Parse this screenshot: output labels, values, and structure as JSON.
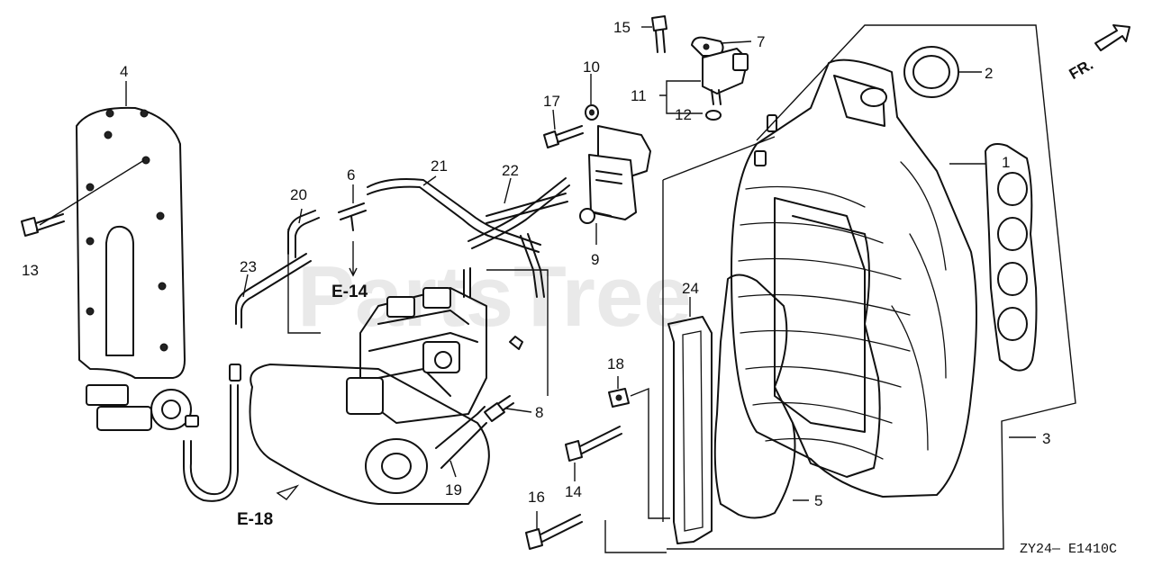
{
  "watermark": "PartsTree",
  "direction_label": "FR.",
  "diagram_code": "ZY24— E1410C",
  "references": {
    "e14": "E-14",
    "e18": "E-18"
  },
  "callouts": {
    "n1": "1",
    "n2": "2",
    "n3": "3",
    "n4": "4",
    "n5": "5",
    "n6": "6",
    "n7": "7",
    "n8": "8",
    "n9": "9",
    "n10": "10",
    "n11": "11",
    "n12": "12",
    "n13": "13",
    "n14": "14",
    "n15": "15",
    "n16": "16",
    "n17": "17",
    "n18": "18",
    "n19": "19",
    "n20": "20",
    "n21": "21",
    "n22": "22",
    "n23": "23",
    "n24": "24"
  }
}
